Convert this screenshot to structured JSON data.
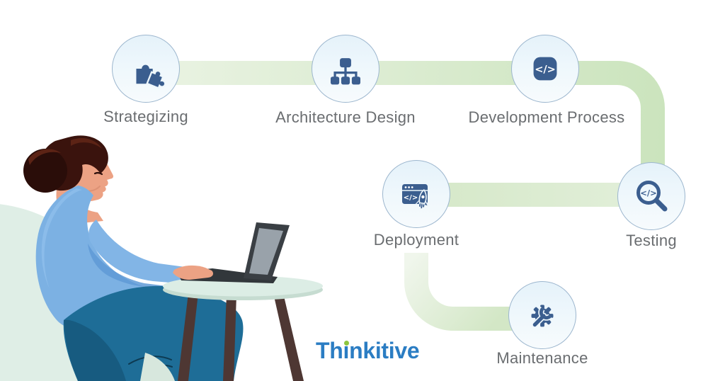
{
  "flow": {
    "steps": [
      {
        "id": "strategizing",
        "label": "Strategizing",
        "icon": "puzzle-icon"
      },
      {
        "id": "architecture-design",
        "label": "Architecture Design",
        "icon": "sitemap-icon"
      },
      {
        "id": "development-process",
        "label": "Development Process",
        "icon": "code-icon"
      },
      {
        "id": "testing",
        "label": "Testing",
        "icon": "code-search-icon"
      },
      {
        "id": "deployment",
        "label": "Deployment",
        "icon": "rocket-browser-icon"
      },
      {
        "id": "maintenance",
        "label": "Maintenance",
        "icon": "gear-wrench-icon"
      }
    ]
  },
  "icons": {
    "code_glyph": "</>"
  },
  "logo": {
    "name": "Thinkitive",
    "part1": "Th",
    "dotted_i": "ı",
    "part2": "nkitive"
  },
  "illustration": {
    "subject": "woman working on laptop at round side table"
  },
  "colors": {
    "band_green_light": "#e9f2e2",
    "band_green_deep": "#cde5bf",
    "circle_fill": "#eef7fc",
    "circle_border": "#9cb6ce",
    "icon_blue": "#3b5e8f",
    "label_gray": "#6a6d70",
    "logo_blue": "#2b7dc3",
    "logo_dot_green": "#8dc63f",
    "sweater_blue": "#7cb1e3",
    "pants_teal": "#1e6d97",
    "chair_mint": "#dfeee6",
    "skin": "#eca284",
    "hair_brown": "#3a130d",
    "table_mint": "#dcede5",
    "table_leg_brown": "#4e3733"
  }
}
